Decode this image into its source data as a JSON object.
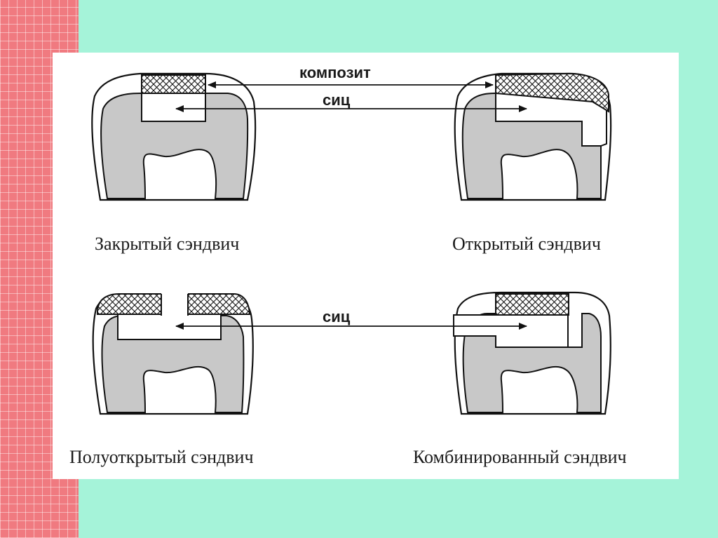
{
  "annotations": {
    "composite": "композит",
    "gic_top": "сиц",
    "gic_bottom": "сиц"
  },
  "labels": {
    "closed": "Закрытый сэндвич",
    "open": "Открытый сэндвич",
    "semi_open": "Полуоткрытый сэндвич",
    "combined": "Комбинированный сэндвич"
  },
  "colors": {
    "dentin": "#c8c8c8",
    "outline": "#111111",
    "background": "#a5f3d9",
    "stripe": "#f07a80"
  }
}
